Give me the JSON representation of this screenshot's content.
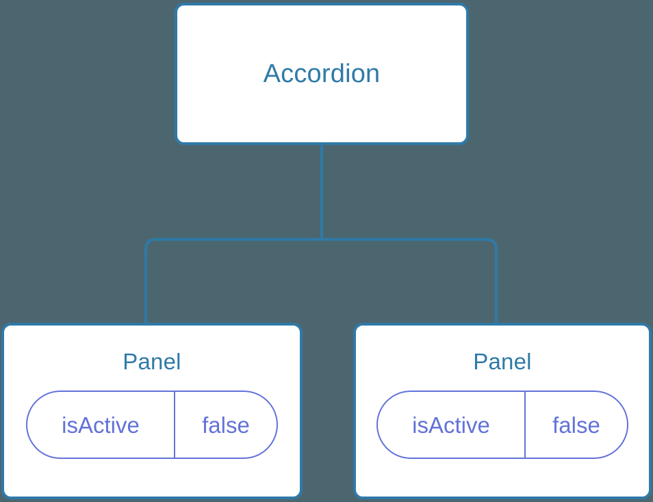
{
  "diagram": {
    "type": "component-tree",
    "background_color": "#4c6670",
    "node_border_color": "#2f7aa8",
    "node_fill_color": "#ffffff",
    "node_title_color": "#2f7aa8",
    "connector_color": "#2f7aa8",
    "prop_border_color": "#6272d9",
    "prop_text_color": "#6272d9",
    "root": {
      "title": "Accordion"
    },
    "children": [
      {
        "title": "Panel",
        "props": [
          {
            "key": "isActive",
            "value": "false"
          }
        ]
      },
      {
        "title": "Panel",
        "props": [
          {
            "key": "isActive",
            "value": "false"
          }
        ]
      }
    ]
  }
}
